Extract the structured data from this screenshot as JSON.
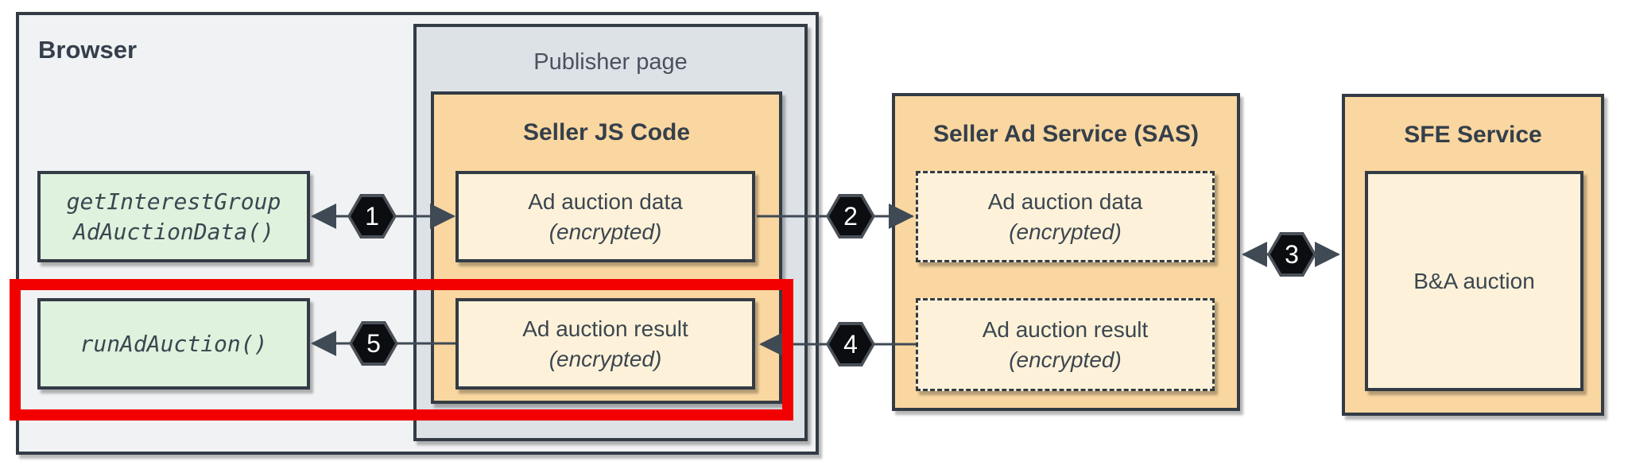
{
  "colors": {
    "border_dark": "#333b45",
    "box_orange": "#fad7a0",
    "box_cream": "#fdf2d9",
    "box_green": "#dff2de",
    "publisher_gray": "#dde2e7",
    "browser_gray": "#f0f2f4",
    "highlight_red": "#f20000",
    "badge_black": "#0c0d10",
    "arrow_gray": "#3f4a55",
    "text_dark": "#343f4b"
  },
  "browser": {
    "label": "Browser"
  },
  "publisher": {
    "label": "Publisher page"
  },
  "browser_api": [
    {
      "line1": "getInterestGroup",
      "line2": "AdAuctionData()"
    },
    {
      "line1": "runAdAuction()"
    }
  ],
  "seller_js": {
    "title": "Seller JS Code",
    "boxes": [
      {
        "line1": "Ad auction data",
        "line2": "(encrypted)"
      },
      {
        "line1": "Ad auction result",
        "line2": "(encrypted)"
      }
    ]
  },
  "sas": {
    "title": "Seller Ad Service (SAS)",
    "boxes": [
      {
        "line1": "Ad auction data",
        "line2": "(encrypted)"
      },
      {
        "line1": "Ad auction result",
        "line2": "(encrypted)"
      }
    ]
  },
  "sfe": {
    "title": "SFE Service",
    "inner_label": "B&A auction"
  },
  "steps": [
    "1",
    "2",
    "3",
    "4",
    "5"
  ]
}
